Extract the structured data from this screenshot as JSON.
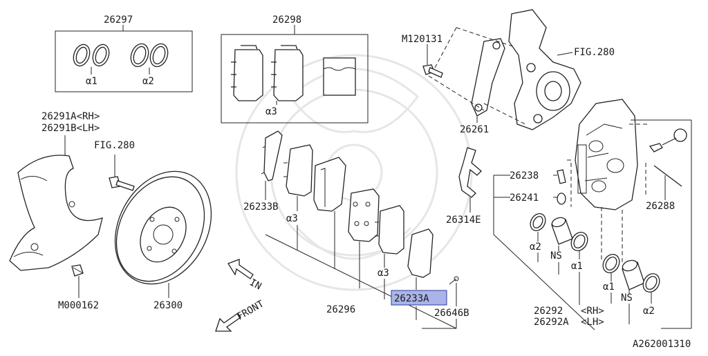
{
  "diagram": {
    "labels": {
      "l26297": "26297",
      "a1_top": "α1",
      "a2_top": "α2",
      "l26298": "26298",
      "a3_kit": "α3",
      "m120131": "M120131",
      "fig280_top": "FIG.280",
      "l26261": "26261",
      "l26291a": "26291A<RH>",
      "l26291b": "26291B<LH>",
      "fig280_left": "FIG.280",
      "m000162": "M000162",
      "l26300": "26300",
      "l26233b": "26233B",
      "a3_a": "α3",
      "l26296": "26296",
      "a3_b": "α3",
      "l26233a": "26233A",
      "l26646b": "26646B",
      "l26314e": "26314E",
      "l26238": "26238",
      "l26241": "26241",
      "l26288": "26288",
      "a2_mid": "α2",
      "ns_left": "NS",
      "a1_mid": "α1",
      "a1_low": "α1",
      "ns_right": "NS",
      "a2_low": "α2",
      "l26292": "26292",
      "rh": "<RH>",
      "l26292a": "26292A",
      "lh": "<LH>",
      "in_arrow": "IN",
      "front_arrow": "FRONT",
      "drawing_code": "A262001310"
    },
    "highlighted_part": "26233A",
    "highlight_color": "#aab4e8"
  }
}
